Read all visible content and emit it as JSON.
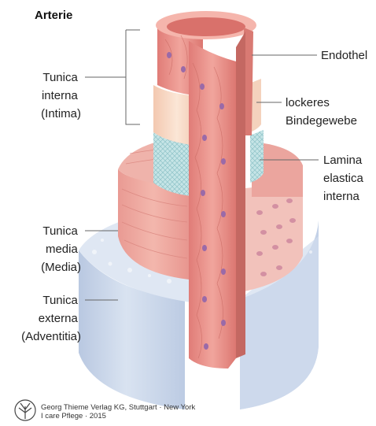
{
  "title": "Arterie",
  "labels": {
    "tunica_interna": [
      "Tunica",
      "interna",
      "(Intima)"
    ],
    "tunica_media": [
      "Tunica",
      "media",
      "(Media)"
    ],
    "tunica_externa": [
      "Tunica",
      "externa",
      "(Adventitia)"
    ],
    "endothel": [
      "Endothel"
    ],
    "lockeres_bindegewebe": [
      "lockeres",
      "Bindegewebe"
    ],
    "lamina_elastica_interna": [
      "Lamina",
      "elastica",
      "interna"
    ]
  },
  "credit": {
    "line1": "Georg Thieme Verlag KG, Stuttgart · New York",
    "line2": "I care Pflege · 2015"
  },
  "colors": {
    "adventitia": "#c9d6ea",
    "media": "#eaa59f",
    "elastica": "#bfe0e2",
    "connective": "#f6d7c3",
    "endothel": "#e88c86",
    "nucleus": "#8a67b0"
  }
}
